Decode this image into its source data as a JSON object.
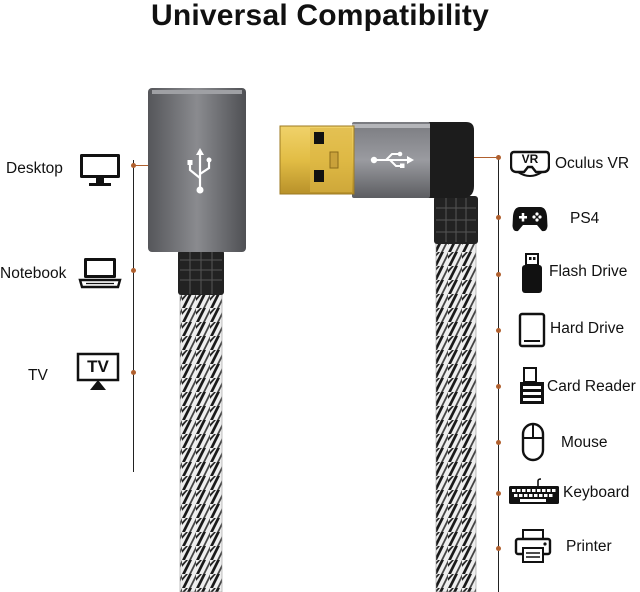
{
  "title": "Universal Compatibility",
  "left_devices": [
    {
      "label": "Desktop",
      "icon": "desktop-icon"
    },
    {
      "label": "Notebook",
      "icon": "laptop-icon"
    },
    {
      "label": "TV",
      "icon": "tv-icon",
      "icon_text": "TV"
    }
  ],
  "right_devices": [
    {
      "label": "Oculus VR",
      "icon": "vr-headset-icon",
      "icon_text": "VR"
    },
    {
      "label": "PS4",
      "icon": "gamepad-icon"
    },
    {
      "label": "Flash Drive",
      "icon": "flash-drive-icon"
    },
    {
      "label": "Hard Drive",
      "icon": "hard-drive-icon"
    },
    {
      "label": "Card Reader",
      "icon": "card-reader-icon"
    },
    {
      "label": "Mouse",
      "icon": "mouse-icon"
    },
    {
      "label": "Keyboard",
      "icon": "keyboard-icon"
    },
    {
      "label": "Printer",
      "icon": "printer-icon"
    }
  ],
  "colors": {
    "accent_dot": "#b0602e",
    "connector_gray": "#6b6c70",
    "gold": "#e2bd45"
  }
}
